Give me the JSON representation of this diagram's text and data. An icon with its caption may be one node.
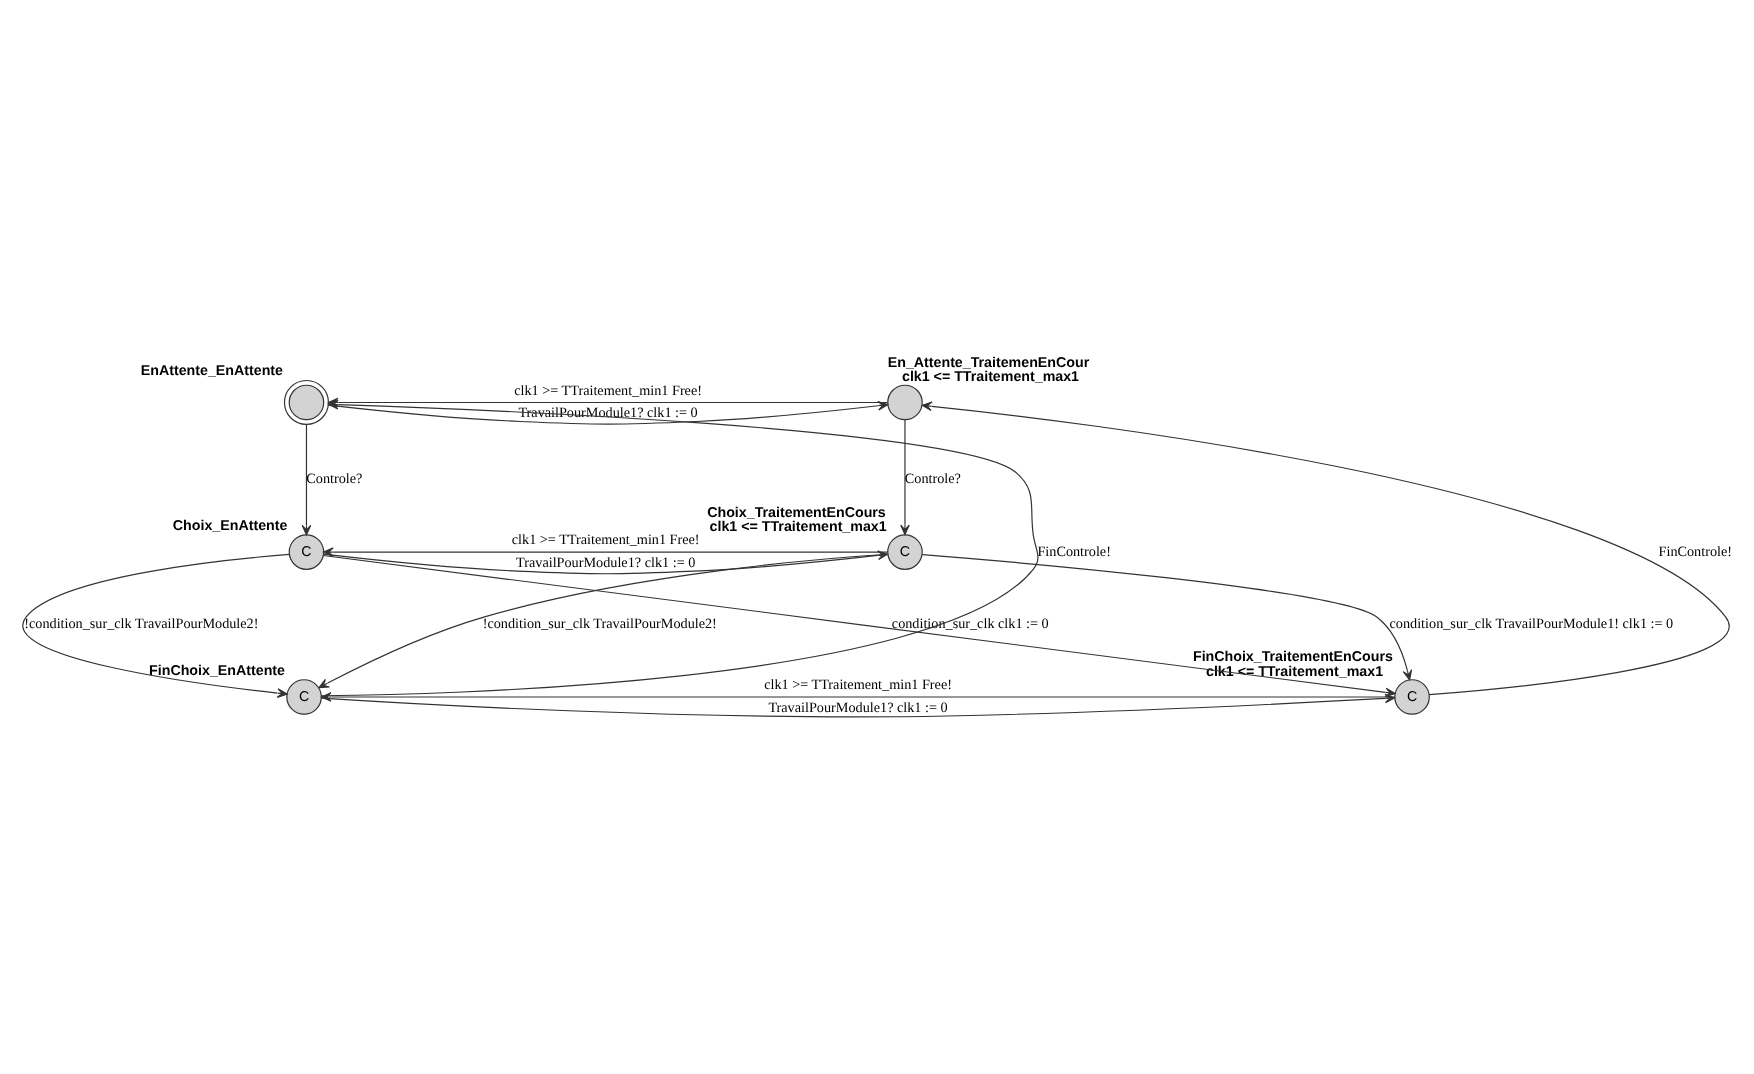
{
  "diagram": {
    "nodes": [
      {
        "text": [],
        "shape": "circle",
        "beside": [
          "EnAttente_EnAttente"
        ]
      },
      {
        "text": [],
        "shape": "circle",
        "beside": [
          "En_Attente_TraitemenEnCour",
          "clk1 <= TTraitement_max1"
        ]
      },
      {
        "text": [
          "C"
        ],
        "beside": [
          "Choix_EnAttente"
        ]
      },
      {
        "text": [
          "C"
        ],
        "beside": [
          "Choix_TraitementEnCours",
          "clk1 <= TTraitement_max1"
        ]
      },
      {
        "text": [
          "C"
        ],
        "beside": [
          "FinChoix_EnAttente"
        ]
      },
      {
        "text": [
          "C"
        ],
        "beside": [
          "FinChoix_TraitementEnCours",
          "clk1 <= TTraitement_max1"
        ]
      }
    ],
    "edges": [
      {
        "from": 0,
        "to": 1,
        "arrow": "to",
        "label": "TravailPourModule1? clk1 := 0"
      },
      {
        "from": 1,
        "to": 0,
        "arrow": "to",
        "label": "clk1 >= TTraitement_min1 Free!"
      },
      {
        "from": 0,
        "to": 2,
        "arrow": "to",
        "label": "Controle?"
      },
      {
        "from": 1,
        "to": 3,
        "arrow": "to",
        "label": "Controle?"
      },
      {
        "from": 3,
        "to": 2,
        "arrow": "to",
        "label": "clk1 >= TTraitement_min1 Free!"
      },
      {
        "from": 2,
        "to": 3,
        "arrow": "to",
        "label": "TravailPourModule1? clk1 := 0"
      },
      {
        "from": 3,
        "to": 4,
        "arrow": "to",
        "label": "!condition_sur_clk TravailPourModule2!"
      },
      {
        "from": 2,
        "to": 4,
        "arrow": "to",
        "label": "!condition_sur_clk TravailPourModule2!"
      },
      {
        "from": 2,
        "to": 5,
        "arrow": "to",
        "label": "condition_sur_clk clk1 := 0"
      },
      {
        "from": 3,
        "to": 5,
        "arrow": "to",
        "label": "condition_sur_clk TravailPourModule1! clk1 := 0"
      },
      {
        "from": 4,
        "to": 5,
        "arrow": "to",
        "label": "TravailPourModule1? clk1 := 0"
      },
      {
        "from": 5,
        "to": 4,
        "arrow": "to",
        "label": "clk1 >= TTraitement_min1 Free!"
      },
      {
        "from": 4,
        "to": 0,
        "arrow": "to",
        "label": "FinControle!"
      },
      {
        "from": 5,
        "to": 1,
        "arrow": "to",
        "label": "FinControle!"
      }
    ]
  }
}
